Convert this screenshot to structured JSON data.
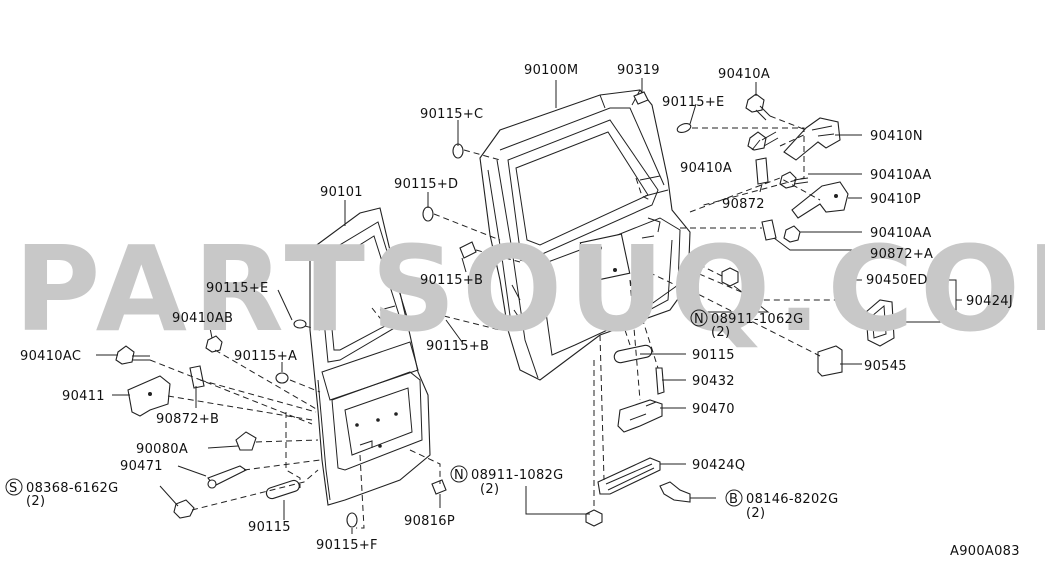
{
  "watermark": "PARTSOUQ.COM",
  "diagram_code": "A900A083",
  "labels": {
    "l_90100M": "90100M",
    "l_90319": "90319",
    "l_90410A_top": "90410A",
    "l_90115E_top": "90115+E",
    "l_90115C": "90115+C",
    "l_90410N": "90410N",
    "l_90115D": "90115+D",
    "l_90410A_mid": "90410A",
    "l_90410AA_1": "90410AA",
    "l_90101": "90101",
    "l_90872": "90872",
    "l_90410P": "90410P",
    "l_90410AA_2": "90410AA",
    "l_90115B_1": "90115+B",
    "l_90872A": "90872+A",
    "l_90450ED": "90450ED",
    "l_90424J": "90424J",
    "l_90115E_left": "90115+E",
    "l_08911_top": "08911-1062G",
    "l_08911_top_qty": "(2)",
    "l_90410AB": "90410AB",
    "l_90115B_2": "90115+B",
    "l_90410AC": "90410AC",
    "l_90115A": "90115+A",
    "l_90115_right": "90115",
    "l_90545": "90545",
    "l_90432": "90432",
    "l_90411": "90411",
    "l_90872B": "90872+B",
    "l_90470": "90470",
    "l_90080A": "90080A",
    "l_90471": "90471",
    "l_90424Q": "90424Q",
    "l_08911_bot": "08911-1082G",
    "l_08911_bot_qty": "(2)",
    "l_08368": "08368-6162G",
    "l_08368_qty": "(2)",
    "l_08146": "08146-8202G",
    "l_08146_qty": "(2)",
    "l_90115_left": "90115",
    "l_90816P": "90816P",
    "l_90115F": "90115+F"
  },
  "markers": {
    "m_N_top": "N",
    "m_N_bot": "N",
    "m_S": "S",
    "m_B": "B"
  }
}
